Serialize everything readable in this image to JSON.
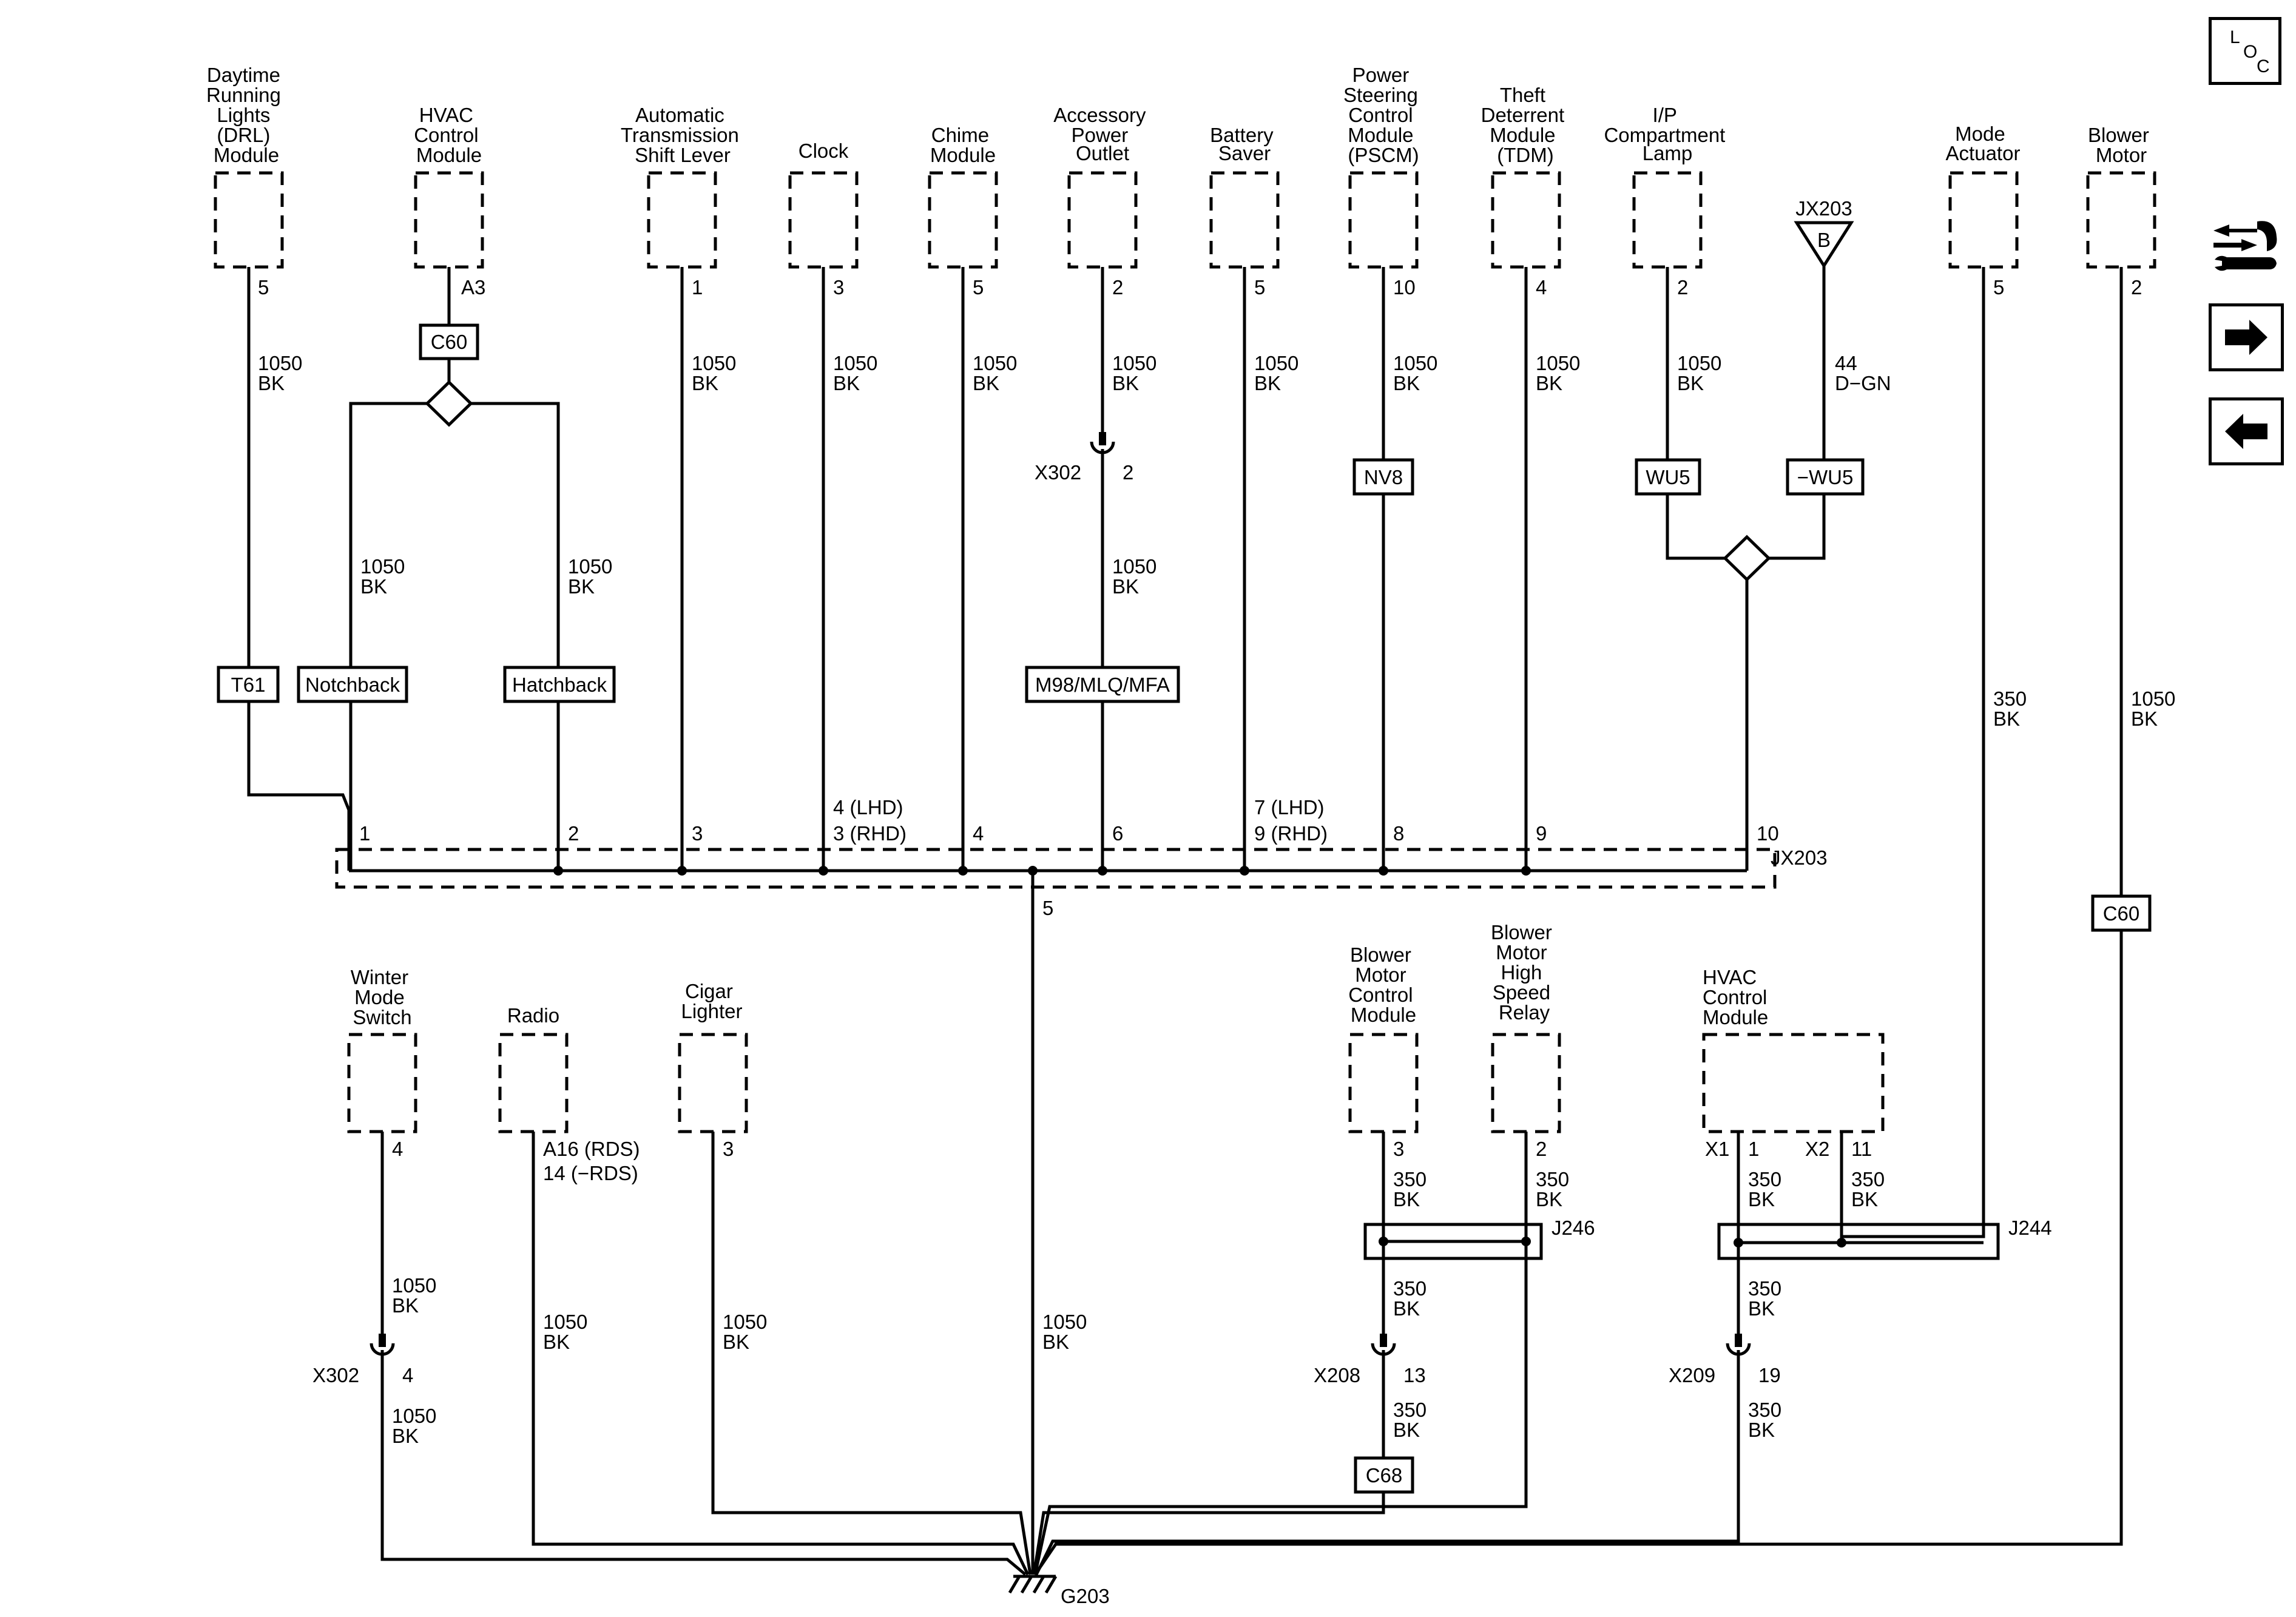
{
  "nav": {
    "loc_letters": [
      "L",
      "O",
      "C"
    ],
    "icons": [
      "loc-icon",
      "connector-wrench-icon",
      "arrow-right-icon",
      "arrow-left-icon"
    ]
  },
  "components": {
    "drl": [
      "Daytime",
      "Running",
      "Lights",
      "(DRL)",
      "Module"
    ],
    "hvac_top": [
      "HVAC",
      "Control",
      "Module"
    ],
    "trans": [
      "Automatic",
      "Transmission",
      "Shift Lever"
    ],
    "clock": [
      "Clock"
    ],
    "chime": [
      "Chime",
      "Module"
    ],
    "apo": [
      "Accessory",
      "Power",
      "Outlet"
    ],
    "batt": [
      "Battery",
      "Saver"
    ],
    "pscm": [
      "Power",
      "Steering",
      "Control",
      "Module",
      "(PSCM)"
    ],
    "tdm": [
      "Theft",
      "Deterrent",
      "Module",
      "(TDM)"
    ],
    "ip": [
      "I/P",
      "Compartment",
      "Lamp"
    ],
    "mode": [
      "Mode",
      "Actuator"
    ],
    "blower": [
      "Blower",
      "Motor"
    ],
    "winter": [
      "Winter",
      "Mode",
      "Switch"
    ],
    "radio": [
      "Radio"
    ],
    "cigar": [
      "Cigar",
      "Lighter"
    ],
    "bmcm": [
      "Blower",
      "Motor",
      "Control",
      "Module"
    ],
    "bmhsr": [
      "Blower",
      "Motor",
      "High",
      "Speed",
      "Relay"
    ],
    "hvac_bot": [
      "HVAC",
      "Control",
      "Module"
    ]
  },
  "pins": {
    "drl": "5",
    "hvac_top": "A3",
    "trans": "1",
    "clock": "3",
    "chime": "5",
    "apo": "2",
    "batt": "5",
    "pscm": "10",
    "tdm": "4",
    "ip": "2",
    "mode": "5",
    "blower": "2",
    "winter": "4",
    "radio": [
      "A16 (RDS)",
      "14 (−RDS)"
    ],
    "cigar": "3",
    "bmcm": "3",
    "bmhsr": "2",
    "hvac_bot_x1": "X1",
    "hvac_bot_1": "1",
    "hvac_bot_x2": "X2",
    "hvac_bot_11": "11"
  },
  "wires": {
    "w1050": [
      "1050",
      "BK"
    ],
    "w350": [
      "350",
      "BK"
    ],
    "w44": [
      "44",
      "D−GN"
    ]
  },
  "options": {
    "c60": "C60",
    "t61": "T61",
    "notchback": "Notchback",
    "hatchback": "Hatchback",
    "m98": "M98/MLQ/MFA",
    "nv8": "NV8",
    "wu5": "WU5",
    "nwu5": "−WU5",
    "c68": "C68"
  },
  "connector": {
    "jx203": "JX203",
    "jx203_flag": "B",
    "pins": [
      "1",
      "2",
      "3",
      "4 (LHD)",
      "3 (RHD)",
      "4",
      "6",
      "7 (LHD)",
      "9 (RHD)",
      "8",
      "9",
      "10"
    ],
    "ground_pin": "5"
  },
  "inline": {
    "x302a": "X302",
    "x302a_pin": "2",
    "x302b": "X302",
    "x302b_pin": "4",
    "x208": "X208",
    "x208_pin": "13",
    "x209": "X209",
    "x209_pin": "19"
  },
  "splices": {
    "j246": "J246",
    "j244": "J244"
  },
  "ground": "G203"
}
